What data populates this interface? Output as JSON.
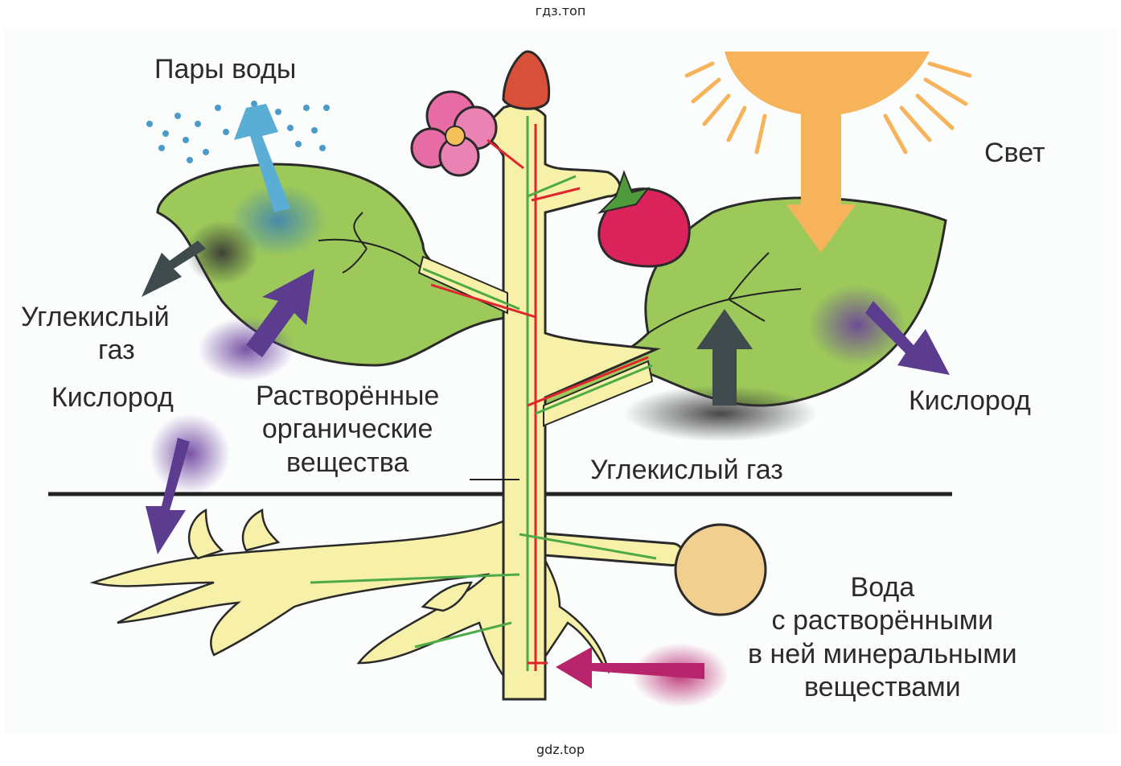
{
  "watermark_top": "гдз.топ",
  "watermark_bottom": "gdz.top",
  "labels": {
    "water_vapor": "Пары воды",
    "light": "Свет",
    "co2_left_line1": "Углекислый",
    "co2_left_line2": "газ",
    "oxygen_left": "Кислород",
    "oxygen_right": "Кислород",
    "organic_line1": "Растворённые",
    "organic_line2": "органические",
    "organic_line3": "вещества",
    "co2_right": "Углекислый газ",
    "water_line1": "Вода",
    "water_line2": "с растворёнными",
    "water_line3": "в ней минеральными",
    "water_line4": "веществами"
  },
  "colors": {
    "leaf": "#9cc95a",
    "stem": "#f6f0a8",
    "sun": "#f7b35a",
    "water_vapor_arrow": "#5aaed6",
    "co2_arrow": "#3f4a4d",
    "oxygen_arrow": "#5b3c8f",
    "mineral_arrow": "#b8246b",
    "flow_green": "#4daa46",
    "flow_red": "#e0252c",
    "berry": "#d9235a",
    "flower": "#e76ca6",
    "tuber": "#f1cf8f"
  }
}
